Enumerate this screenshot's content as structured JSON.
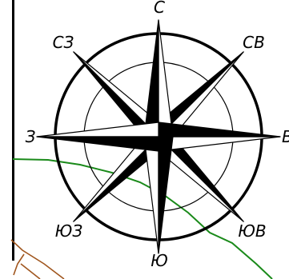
{
  "compass": {
    "labels": {
      "n": "С",
      "ne": "СВ",
      "e": "В",
      "se": "ЮВ",
      "s": "Ю",
      "sw": "ЮЗ",
      "w": "З",
      "nw": "СЗ"
    }
  },
  "colors": {
    "ink": "#000000",
    "paper": "#ffffff",
    "route_green": "#1a8a1a",
    "route_brown": "#a0561e"
  }
}
